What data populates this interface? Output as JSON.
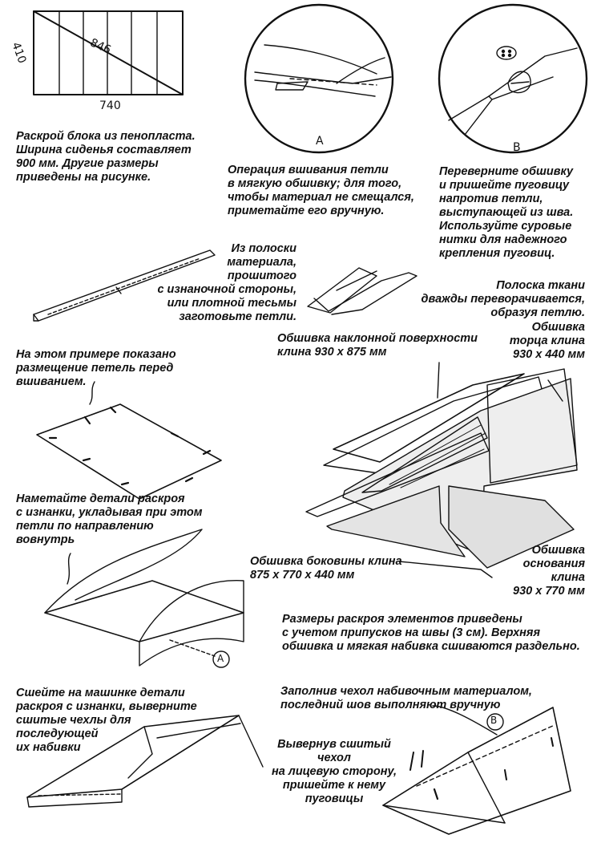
{
  "block": {
    "height_label": "410",
    "diagonal_label": "846",
    "width_label": "740",
    "caption": "Раскрой блока из пенопласта.\nШирина сиденья составляет\n900 мм. Другие размеры\nприведены на рисунке."
  },
  "detail_a": {
    "marker": "A",
    "caption": "Операция вшивания петли\nв мягкую обшивку; для того,\nчтобы материал не смещался,\nприметайте его вручную."
  },
  "detail_b": {
    "marker": "B",
    "caption": "Переверните обшивку\nи пришейте пуговицу\nнапротив петли,\nвыступающей из шва.\nИспользуйте суровые\nнитки для надежного\nкрепления пуговиц."
  },
  "strip": {
    "caption": "Из полоски\nматериала,\nпрошитого\nс изнаночной стороны,\nили плотной тесьмы\nзаготовьте петли."
  },
  "loop": {
    "caption": "Полоска ткани\nдважды переворачивается,\nобразуя петлю."
  },
  "placement": {
    "caption": "На этом примере показано\nразмещение петель перед\nвшиванием."
  },
  "assembly": {
    "slope_label": "Обшивка наклонной поверхности\nклина 930 х 875 мм",
    "end_label": "Обшивка\nторца клина\n930 х 440 мм",
    "side_label": "Обшивка боковины клина\n875 х 770 х 440 мм",
    "base_label": "Обшивка\nоснования\nклина\n930 х 770 мм",
    "note": "Размеры раскроя элементов приведены\nс учетом припусков на швы (3 см). Верхняя\nобшивка и мягкая набивка сшиваются раздельно."
  },
  "baste": {
    "caption": "Наметайте детали раскроя\nс изнанки, укладывая при этом\nпетли по направлению\nвовнутрь",
    "marker": "A"
  },
  "sew": {
    "caption": "Сшейте на машинке детали\nраскроя с изнанки, выверните\nсшитые чехлы для\nпоследующей\nих набивки"
  },
  "finish": {
    "caption": "Заполнив чехол набивочным материалом,\nпоследний шов выполняют вручную",
    "marker": "B",
    "buttons_caption": "Вывернув сшитый чехол\nна лицевую сторону,\nпришейте к нему\nпуговицы"
  }
}
